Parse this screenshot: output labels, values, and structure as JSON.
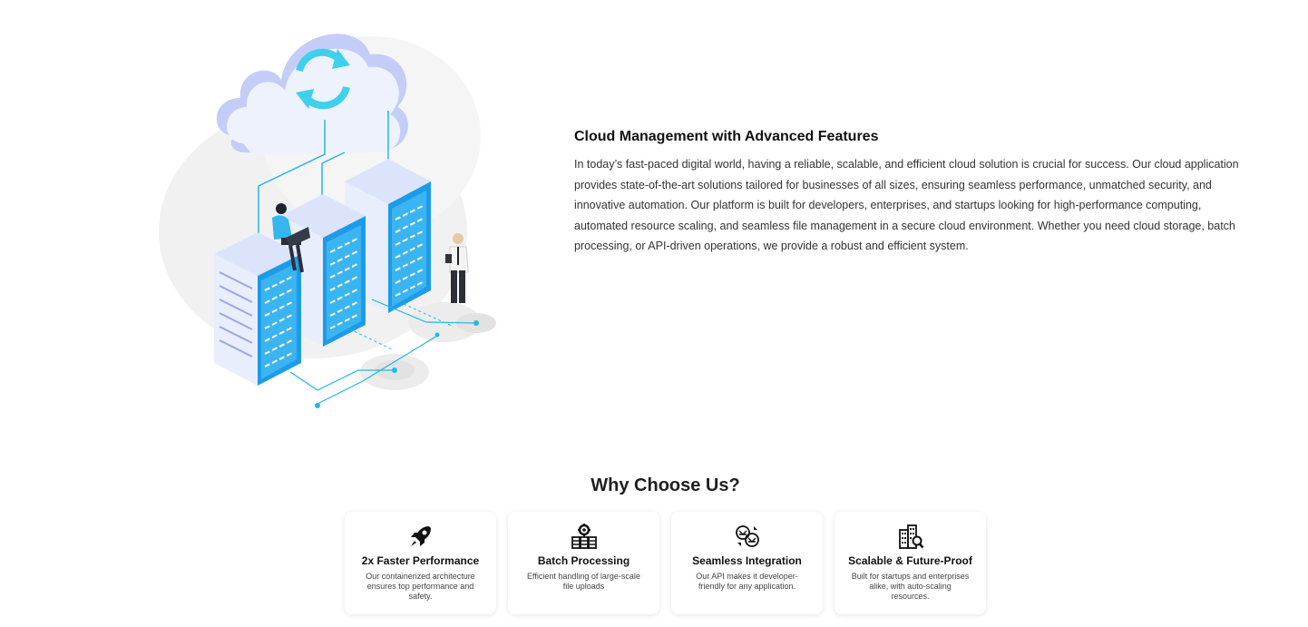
{
  "intro": {
    "title": "Cloud Management with Advanced Features",
    "body": "In today’s fast-paced digital world, having a reliable, scalable, and efficient cloud solution is crucial for success. Our cloud application provides state-of-the-art solutions tailored for businesses of all sizes, ensuring seamless performance, unmatched security, and innovative automation. Our platform is built for developers, enterprises, and startups looking for high-performance computing, automated resource scaling, and seamless file management in a secure cloud environment. Whether you need cloud storage, batch processing, or API-driven operations, we provide a robust and efficient system."
  },
  "why": {
    "title": "Why Choose Us?",
    "cards": [
      {
        "icon": "rocket-icon",
        "title": "2x Faster Performance",
        "text": "Our containerized architecture ensures top performance and safety."
      },
      {
        "icon": "batch-processing-icon",
        "title": "Batch Processing",
        "text": "Efficient handling of large-scale file uploads"
      },
      {
        "icon": "integration-icon",
        "title": "Seamless Integration",
        "text": "Our API makes it developer-friendly for any application."
      },
      {
        "icon": "scalable-building-icon",
        "title": "Scalable & Future-Proof",
        "text": "Built for startups and enterprises alike, with auto-scaling resources."
      }
    ]
  },
  "colors": {
    "accent": "#1e9be8",
    "cyan": "#3fd0ee",
    "cloud": "#e8eefb",
    "cloud_shade": "#b9c6f5"
  }
}
